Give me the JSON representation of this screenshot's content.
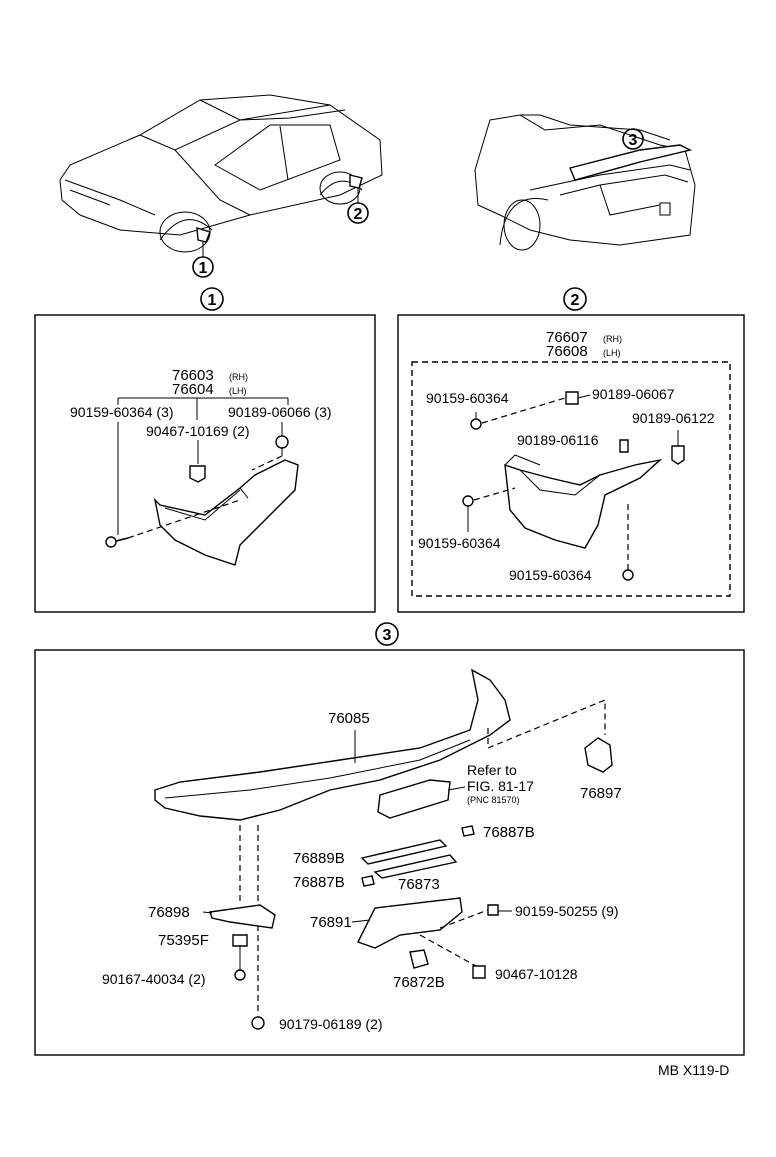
{
  "callouts": {
    "c1": "1",
    "c2": "2",
    "c3": "3"
  },
  "panel1": {
    "pn_rh": "76603",
    "rh": "(RH)",
    "pn_lh": "76604",
    "lh": "(LH)",
    "p_screw": "90159-60364 (3)",
    "p_clip": "90189-06066 (3)",
    "p_grommet": "90467-10169 (2)"
  },
  "panel2": {
    "pn_rh": "76607",
    "rh": "(RH)",
    "pn_lh": "76608",
    "lh": "(LH)",
    "p_screw_a": "90159-60364",
    "p_clip_a": "90189-06067",
    "p_clip_b": "90189-06116",
    "p_clip_c": "90189-06122",
    "p_screw_b": "90159-60364",
    "p_screw_c": "90159-60364"
  },
  "panel3": {
    "spoiler": "76085",
    "refer1": "Refer to",
    "refer2": "FIG. 81-17",
    "refer3": "(PNC 81570)",
    "cover": "76897",
    "pad_a": "76887B",
    "strip_b": "76889B",
    "pad_b": "76887B",
    "strip": "76873",
    "bracket_l": "76898",
    "nut": "75395F",
    "bolt_a": "90167-40034 (2)",
    "bolt_b": "90179-06189 (2)",
    "plate": "76891",
    "screw": "90159-50255 (9)",
    "cap": "76872B",
    "grommet": "90467-10128"
  },
  "footer": "MB  X119-D"
}
